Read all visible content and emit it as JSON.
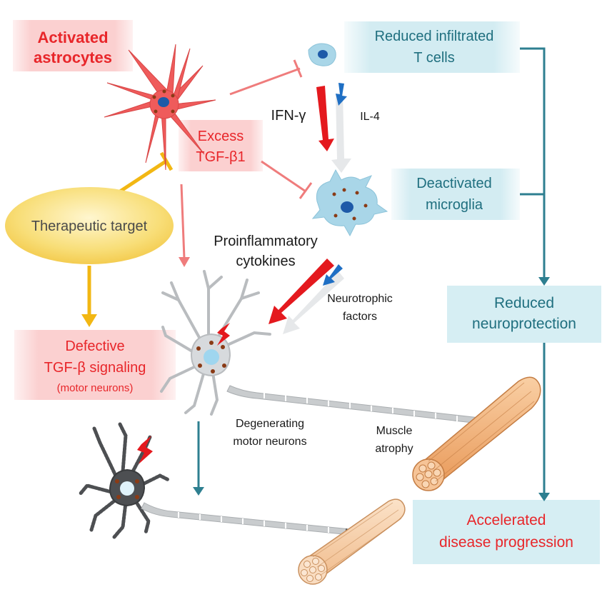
{
  "labels": {
    "activated_astrocytes_line1": "Activated",
    "activated_astrocytes_line2": "astrocytes",
    "excess_tgf_line1": "Excess",
    "excess_tgf_line2": "TGF-β1",
    "therapeutic_target": "Therapeutic target",
    "defective_line1": "Defective",
    "defective_line2": "TGF-β signaling",
    "defective_line3": "(motor neurons)",
    "reduced_t_cells_line1": "Reduced infiltrated",
    "reduced_t_cells_line2": "T cells",
    "ifn_gamma": "IFN-γ",
    "il4": "IL-4",
    "deactivated_microglia_line1": "Deactivated",
    "deactivated_microglia_line2": "microglia",
    "proinflammatory_line1": "Proinflammatory",
    "proinflammatory_line2": "cytokines",
    "neurotrophic_line1": "Neurotrophic",
    "neurotrophic_line2": "factors",
    "reduced_neuroprotection_line1": "Reduced",
    "reduced_neuroprotection_line2": "neuroprotection",
    "degenerating_line1": "Degenerating",
    "degenerating_line2": "motor neurons",
    "muscle_atrophy_line1": "Muscle",
    "muscle_atrophy_line2": "atrophy",
    "accelerated_line1": "Accelerated",
    "accelerated_line2": "disease progression"
  },
  "colors": {
    "red_label_bg": "#fbd3d3",
    "red_text": "#e8262a",
    "teal_text": "#1f6f7f",
    "teal_line": "#2e7f90",
    "teal_box_bg": "#d6eef3",
    "gold": "#f2b713",
    "ellipse_fill": "#f7d96b",
    "inhibit_red": "#ef7c7c",
    "astrocyte": "#ef5b5b",
    "microglia": "#a9d6e8",
    "muscle": "#f4b27c"
  }
}
